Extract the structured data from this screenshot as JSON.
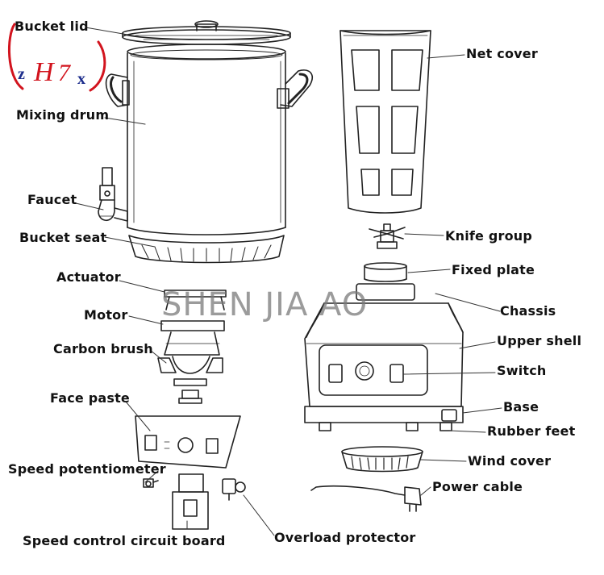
{
  "logo": {
    "text_z": "z",
    "text_h": "H",
    "text_7": "7",
    "text_x": "x"
  },
  "watermark": "SHEN JIA AO",
  "labels": {
    "bucket_lid": "Bucket lid",
    "mixing_drum": "Mixing drum",
    "faucet": "Faucet",
    "bucket_seat": "Bucket seat",
    "actuator": "Actuator",
    "motor": "Motor",
    "carbon_brush": "Carbon brush",
    "face_paste": "Face paste",
    "speed_potentiometer": "Speed potentiometer",
    "speed_control_circuit_board": "Speed control circuit board",
    "overload_protector": "Overload protector",
    "net_cover": "Net cover",
    "knife_group": "Knife group",
    "fixed_plate": "Fixed plate",
    "chassis": "Chassis",
    "upper_shell": "Upper shell",
    "switch": "Switch",
    "base": "Base",
    "rubber_feet": "Rubber feet",
    "wind_cover": "Wind cover",
    "power_cable": "Power cable"
  },
  "colors": {
    "line": "#222222",
    "leader": "#333333",
    "logo_red": "#d2141e",
    "logo_blue": "#1c2d8c",
    "watermark": "#7a7a7a"
  }
}
